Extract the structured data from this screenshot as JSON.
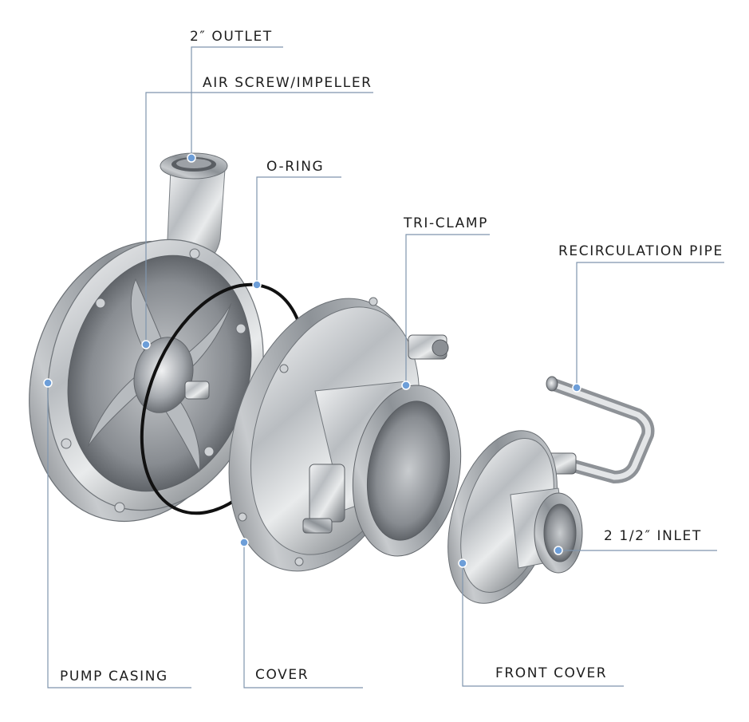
{
  "labels": {
    "outlet": "2″ OUTLET",
    "impeller": "AIR SCREW/IMPELLER",
    "oring": "O-RING",
    "triclamp": "TRI-CLAMP",
    "recirculation": "RECIRCULATION PIPE",
    "inlet": "2 1/2″ INLET",
    "casing": "PUMP CASING",
    "cover": "COVER",
    "front_cover": "FRONT COVER"
  },
  "colors": {
    "leader_line": "#7f95ad",
    "dot": "#6d9ed8",
    "label_text": "#1d1d1d",
    "steel_light": "#e6e8ea",
    "steel_mid": "#a9adb1",
    "steel_dark": "#5a5e63",
    "oring": "#111111"
  }
}
